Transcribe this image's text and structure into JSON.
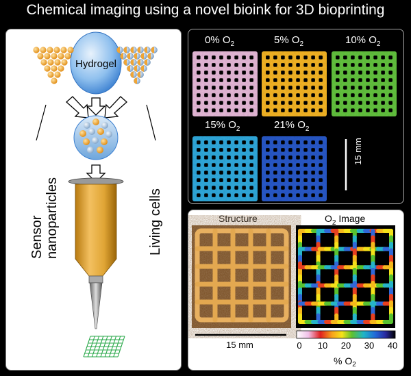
{
  "title": "Chemical imaging using a novel bioink for 3D bioprinting",
  "left": {
    "hydrogel_label": "Hydrogel",
    "sensor_label_line1": "Sensor",
    "sensor_label_line2": "nanoparticles",
    "cells_label": "Living cells"
  },
  "grid_labels": [
    {
      "value": "0% O",
      "sub": "2"
    },
    {
      "value": "5% O",
      "sub": "2"
    },
    {
      "value": "10% O",
      "sub": "2"
    },
    {
      "value": "15% O",
      "sub": "2"
    },
    {
      "value": "21% O",
      "sub": "2"
    }
  ],
  "scale_top": "15 mm",
  "structure_label": "Structure",
  "o2_image_label": "O",
  "o2_image_sub": "2",
  "o2_image_suffix": " Image",
  "scale_bottom": "15 mm",
  "colorbar": {
    "ticks": [
      "0",
      "10",
      "20",
      "30",
      "40"
    ],
    "label": "% O",
    "label_sub": "2",
    "range": [
      0,
      40
    ]
  },
  "colors": {
    "grid_0": "#e6b8d8",
    "grid_5": "#f4b425",
    "grid_10": "#62c23e",
    "grid_15": "#2fa9dc",
    "grid_21": "#2758c8",
    "sensor_particle": "#f2a93b",
    "cell_particle": "#a9c4dc",
    "hydrogel": "#5aa0e0",
    "syringe": "#e0a535",
    "print_grid": "#2aa84a"
  }
}
